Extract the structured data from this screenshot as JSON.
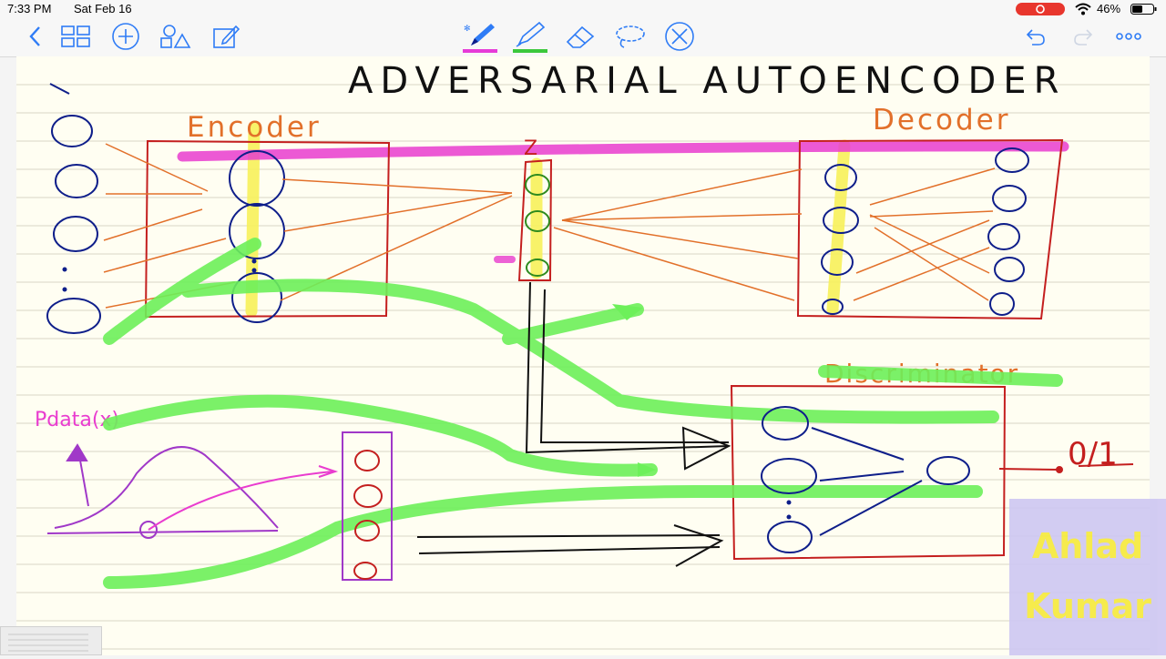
{
  "status": {
    "time": "7:33 PM",
    "date": "Sat Feb 16",
    "battery": "46%"
  },
  "toolbar": {
    "left_icons": [
      "back-chevron-icon",
      "grid-view-icon",
      "add-page-icon",
      "shapes-icon",
      "edit-note-icon"
    ],
    "tools": [
      "pen-tool-icon",
      "highlighter-tool-icon",
      "eraser-tool-icon",
      "lasso-tool-icon",
      "close-tool-icon"
    ],
    "right_icons": [
      "undo-icon",
      "redo-icon",
      "more-icon"
    ],
    "colors": {
      "accent": "#2f7cf6",
      "pen_underline": "#e63bd8",
      "highlighter_underline": "#3cc83c"
    }
  },
  "note": {
    "title": "ADVERSARIAL AUTOENCODER",
    "encoder_label": "Encoder",
    "decoder_label": "Decoder",
    "z_label": "Z",
    "discriminator_label": "Discriminator",
    "pdata_label": "Pdata(x)",
    "output_label": "0/1",
    "colors": {
      "ink_red": "#c41f1f",
      "ink_blue": "#0e1e8a",
      "ink_orange": "#e2702a",
      "ink_magenta": "#e93ccf",
      "ink_green": "#6df05a",
      "ink_yellow": "#f7f15a",
      "ink_purple": "#a038c8"
    }
  },
  "watermark": {
    "line1": "Ahlad",
    "line2": "Kumar"
  }
}
